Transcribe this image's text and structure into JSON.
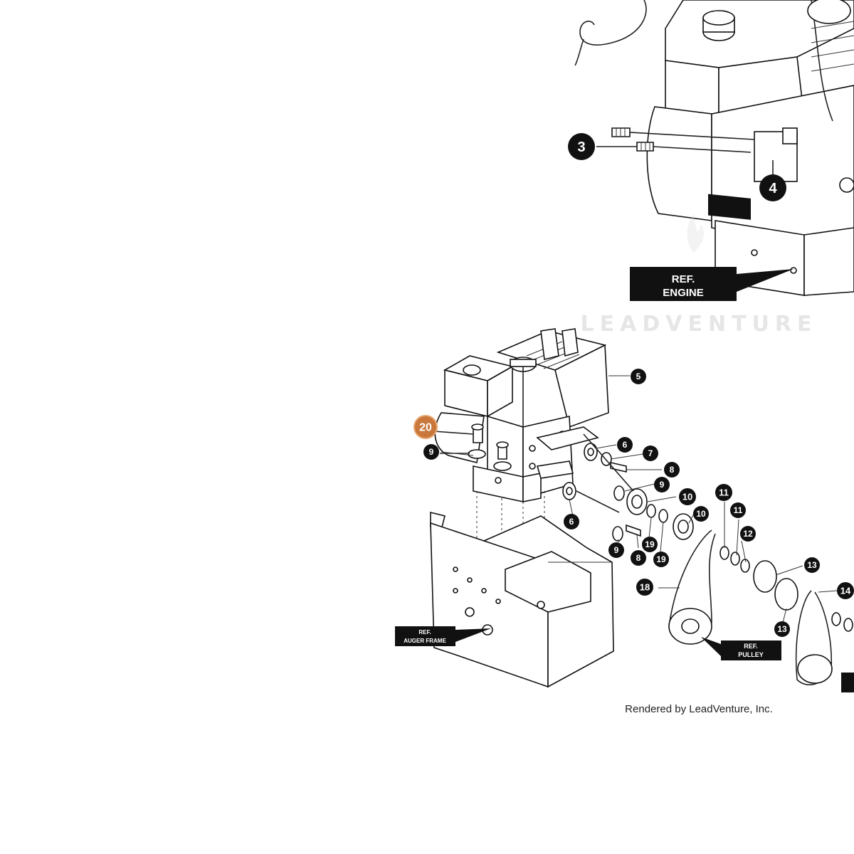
{
  "refs": {
    "engine_line1": "REF.",
    "engine_line2": "ENGINE",
    "auger_line1": "REF.",
    "auger_line2": "AUGER FRAME",
    "pulley_line1": "REF.",
    "pulley_line2": "PULLEY"
  },
  "watermark": "LEADVENTURE",
  "credit": "Rendered by LeadVenture, Inc.",
  "callouts": [
    {
      "label": "3",
      "highlight": false
    },
    {
      "label": "4",
      "highlight": false
    },
    {
      "label": "5",
      "highlight": false
    },
    {
      "label": "20",
      "highlight": true
    },
    {
      "label": "9",
      "highlight": false
    },
    {
      "label": "6",
      "highlight": false
    },
    {
      "label": "7",
      "highlight": false
    },
    {
      "label": "8",
      "highlight": false
    },
    {
      "label": "9",
      "highlight": false
    },
    {
      "label": "10",
      "highlight": false
    },
    {
      "label": "11",
      "highlight": false
    },
    {
      "label": "11",
      "highlight": false
    },
    {
      "label": "10",
      "highlight": false
    },
    {
      "label": "6",
      "highlight": false
    },
    {
      "label": "19",
      "highlight": false
    },
    {
      "label": "12",
      "highlight": false
    },
    {
      "label": "9",
      "highlight": false
    },
    {
      "label": "8",
      "highlight": false
    },
    {
      "label": "19",
      "highlight": false
    },
    {
      "label": "13",
      "highlight": false
    },
    {
      "label": "18",
      "highlight": false
    },
    {
      "label": "14",
      "highlight": false
    },
    {
      "label": "13",
      "highlight": false
    }
  ],
  "colors": {
    "callout_fill": "#111111",
    "highlight_fill": "#c9773a",
    "highlight_ring": "#e7a66e"
  }
}
